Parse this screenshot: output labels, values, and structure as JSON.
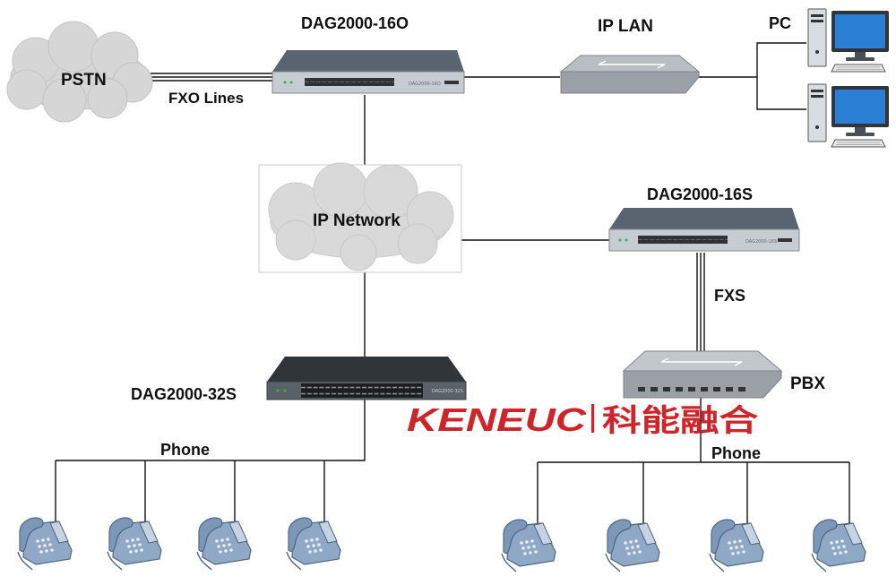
{
  "colors": {
    "line": "#111111",
    "cloud": "#d6d6d6",
    "device_top": "#5a6470",
    "device_front": "#c6cdd2",
    "switch_body": "#b9bec4",
    "phone_body": "#8fa8c6",
    "monitor": "#2a7fd4",
    "brand": "#d0242b"
  },
  "labels": {
    "pstn": "PSTN",
    "fxo_lines": "FXO Lines",
    "dag16o": "DAG2000-16O",
    "ip_lan": "IP LAN",
    "pc": "PC",
    "ip_network": "IP Network",
    "dag16s": "DAG2000-16S",
    "fxs": "FXS",
    "pbx": "PBX",
    "dag32s": "DAG2000-32S",
    "phone_left": "Phone",
    "phone_right": "Phone"
  },
  "device_text": {
    "dag16o_model": "DAG2000-16O",
    "dag16s_model": "DAG2000-16S",
    "dag32s_model": "DAG2000-32S"
  },
  "brand": {
    "latin": "KENEUC",
    "chinese": "科能融合"
  },
  "icons": {
    "cloud": "cloud-icon",
    "gateway": "gateway-device-icon",
    "switch": "network-switch-icon",
    "desktop": "desktop-computer-icon",
    "phone": "desk-phone-icon"
  }
}
